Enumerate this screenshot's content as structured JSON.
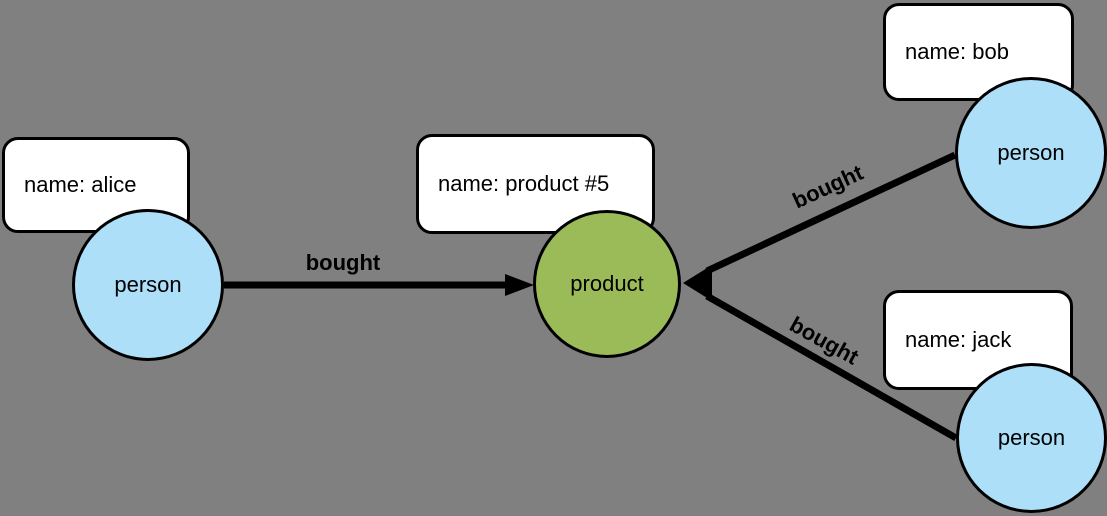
{
  "diagram": {
    "background_color": "#808080",
    "colors": {
      "person_node_fill": "#AEDFF9",
      "product_node_fill": "#9BBB59",
      "box_fill": "#ffffff",
      "stroke": "#000000"
    },
    "nodes": {
      "alice": {
        "label": "person",
        "property": "name: alice"
      },
      "product": {
        "label": "product",
        "property": "name: product #5"
      },
      "bob": {
        "label": "person",
        "property": "name: bob"
      },
      "jack": {
        "label": "person",
        "property": "name: jack"
      }
    },
    "edges": {
      "alice_product": {
        "label": "bought"
      },
      "bob_product": {
        "label": "bought"
      },
      "jack_product": {
        "label": "bought"
      }
    }
  }
}
